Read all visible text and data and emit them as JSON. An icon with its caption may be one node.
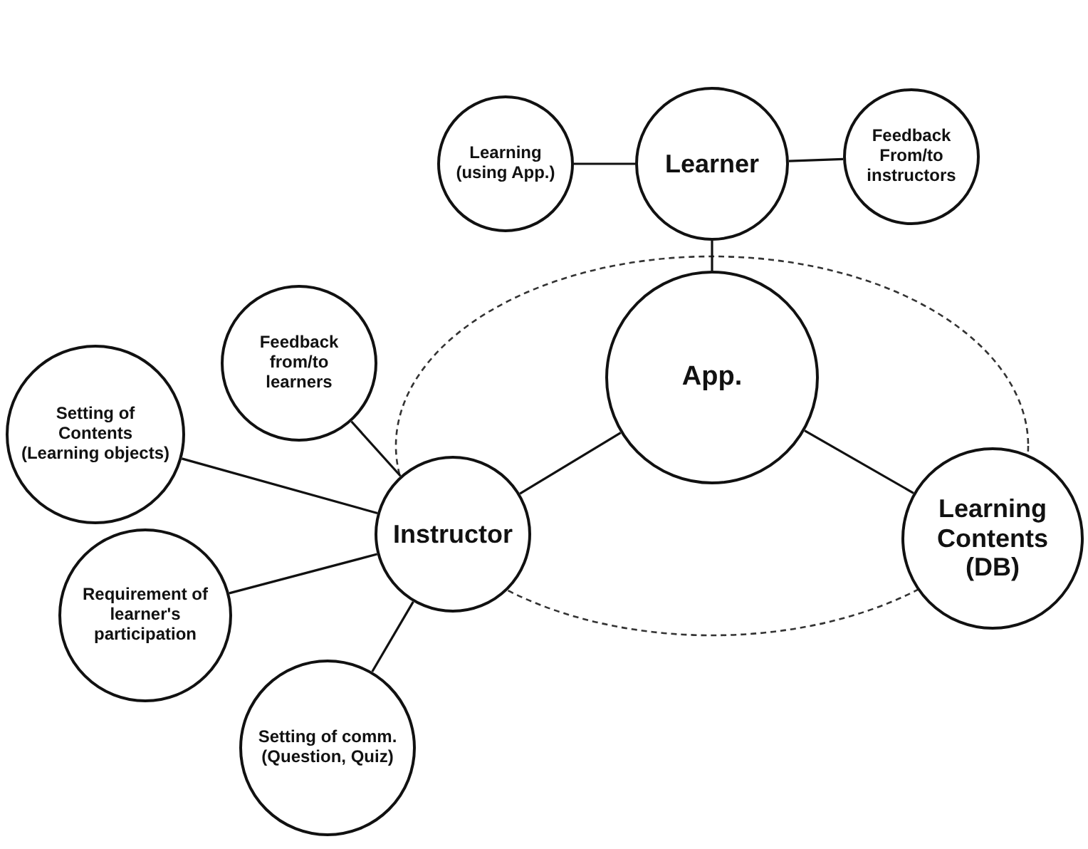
{
  "diagram": {
    "nodes": [
      {
        "text": [
          "Learning (using App.)"
        ]
      },
      {
        "text": [
          "Learner"
        ]
      },
      {
        "text": [
          "Feedback From/to instructors"
        ]
      },
      {
        "text": [
          "App."
        ]
      },
      {
        "text": [
          "Feedback from/to learners"
        ]
      },
      {
        "text": [
          "Setting of Contents (Learning objects)"
        ]
      },
      {
        "text": [
          "Instructor"
        ]
      },
      {
        "text": [
          "Learning Contents (DB)"
        ]
      },
      {
        "text": [
          "Requirement of learner's participation"
        ]
      },
      {
        "text": [
          "Setting of comm. (Question, Quiz)"
        ]
      }
    ],
    "edges": [
      {
        "from": 1,
        "to": 0,
        "arrow": "none"
      },
      {
        "from": 1,
        "to": 2,
        "arrow": "none"
      },
      {
        "from": 1,
        "to": 3,
        "arrow": "none"
      },
      {
        "from": 3,
        "to": 6,
        "arrow": "none"
      },
      {
        "from": 3,
        "to": 7,
        "arrow": "none"
      },
      {
        "from": 6,
        "to": 4,
        "arrow": "none"
      },
      {
        "from": 6,
        "to": 5,
        "arrow": "none"
      },
      {
        "from": 6,
        "to": 8,
        "arrow": "none"
      },
      {
        "from": 6,
        "to": 9,
        "arrow": "none"
      }
    ]
  }
}
